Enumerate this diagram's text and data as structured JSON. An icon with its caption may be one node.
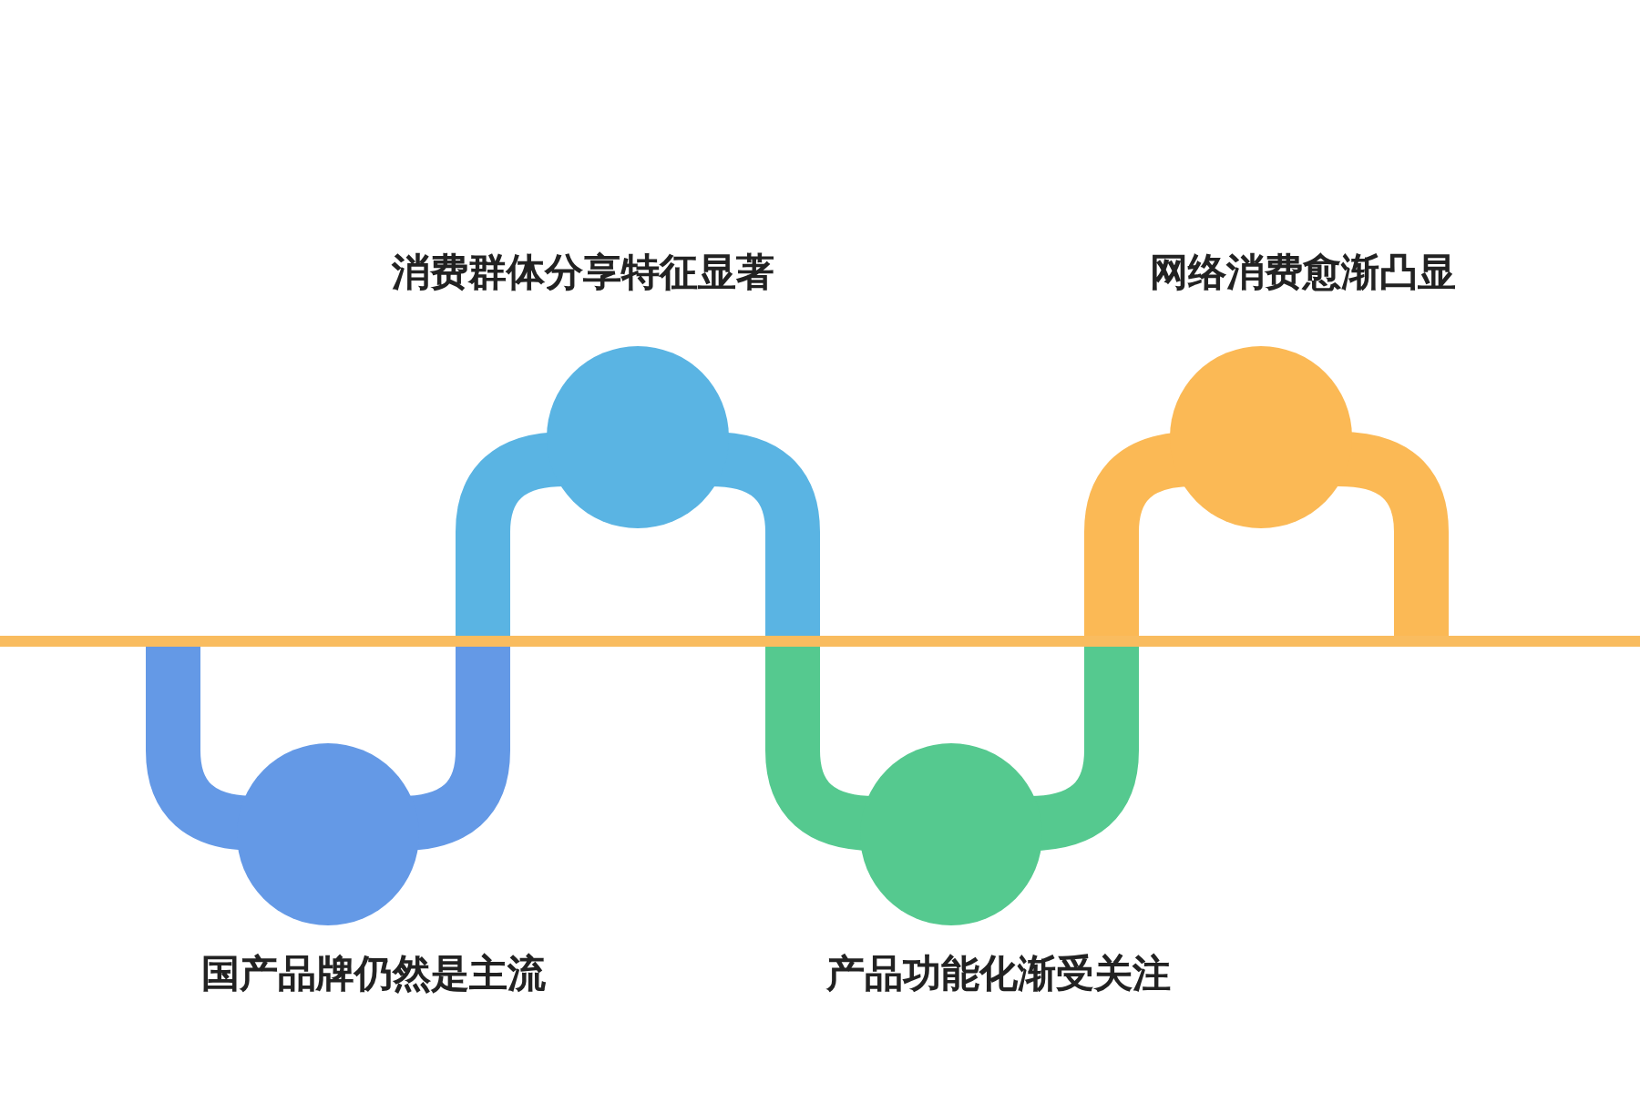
{
  "diagram": {
    "nodes": [
      {
        "text": [],
        "shape": "circle",
        "beside": [
          "国产品牌仍然是主流"
        ]
      },
      {
        "text": [],
        "shape": "circle",
        "beside": [
          "消费群体分享特征显著"
        ]
      },
      {
        "text": [],
        "shape": "circle",
        "beside": [
          "产品功能化渐受关注"
        ]
      },
      {
        "text": [],
        "shape": "circle",
        "beside": [
          "网络消费愈渐凸显"
        ]
      }
    ]
  }
}
